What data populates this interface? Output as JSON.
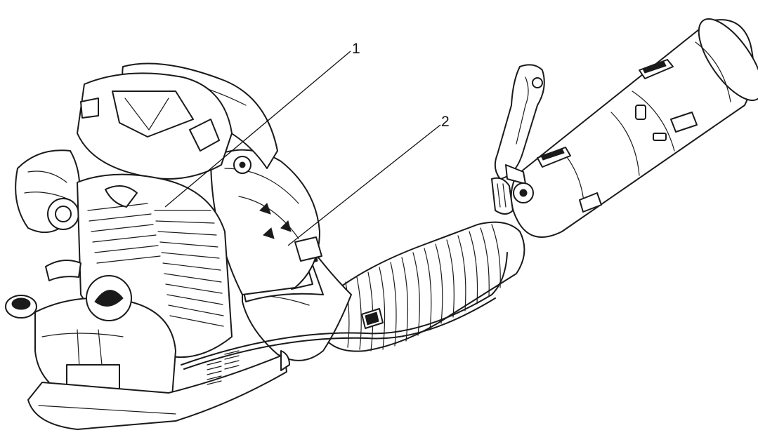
{
  "callouts": [
    {
      "id": "callout-1",
      "number": "1"
    },
    {
      "id": "callout-2",
      "number": "2"
    }
  ],
  "style": {
    "line_color": "#1a1a1a",
    "background": "#ffffff"
  }
}
